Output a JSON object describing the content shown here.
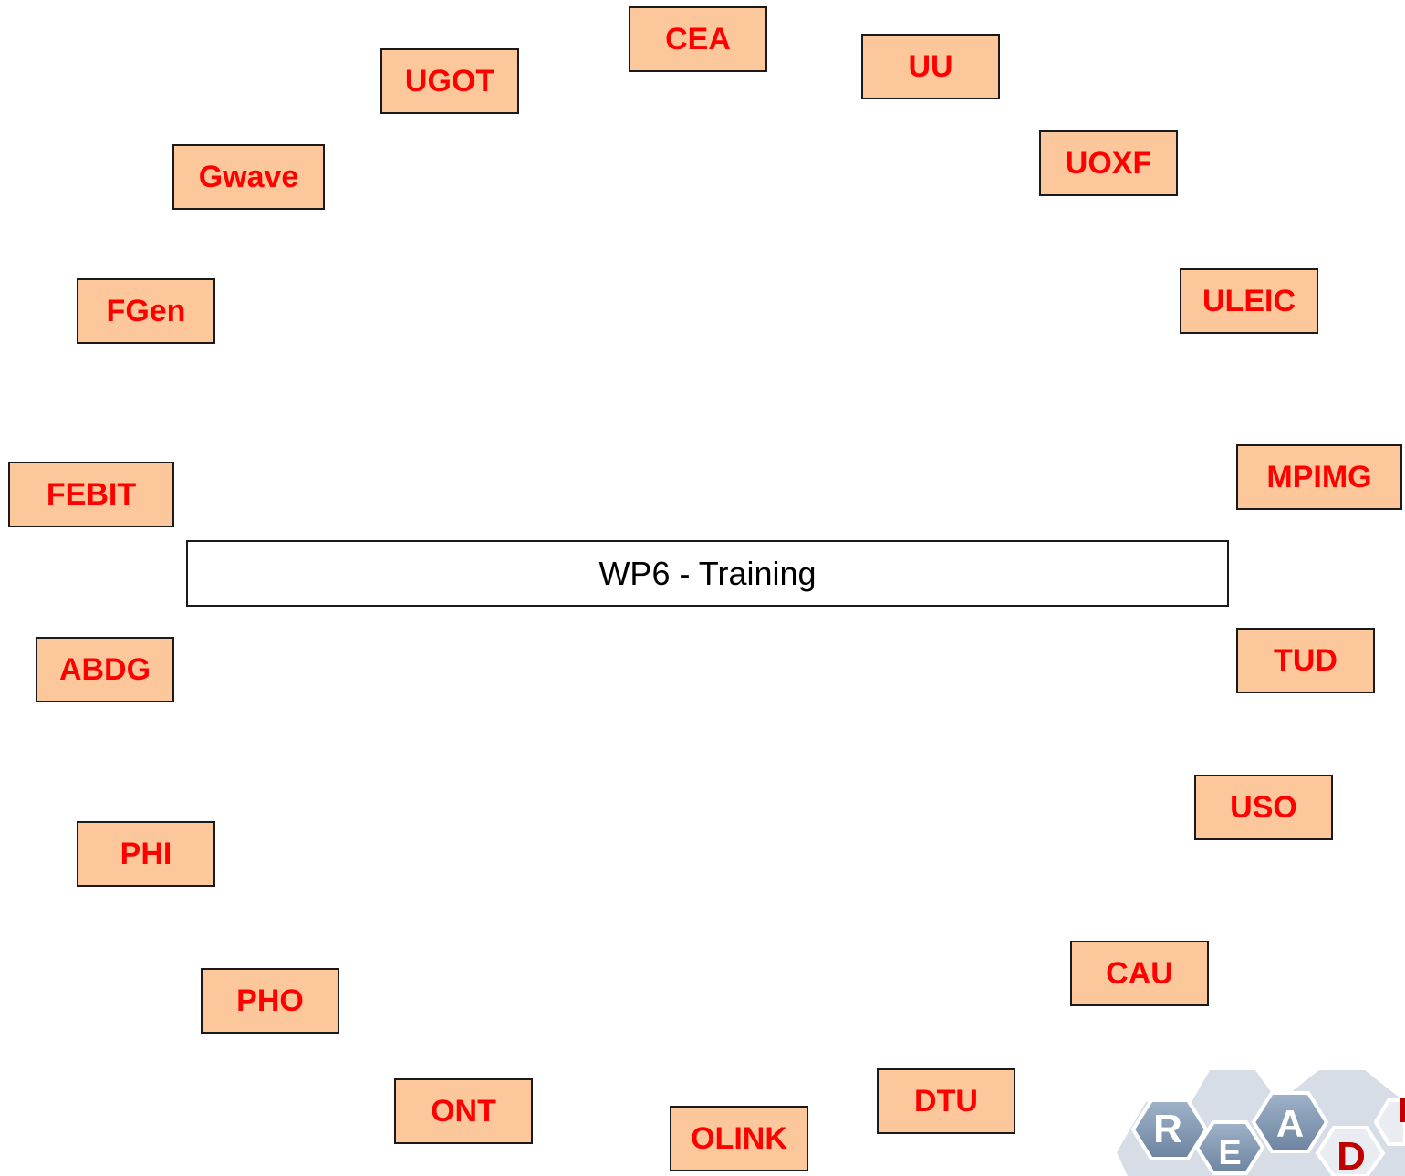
{
  "center": {
    "label": "WP6 - Training"
  },
  "partners": [
    {
      "id": "cea",
      "label": "CEA"
    },
    {
      "id": "uu",
      "label": "UU"
    },
    {
      "id": "ugot",
      "label": "UGOT"
    },
    {
      "id": "uoxf",
      "label": "UOXF"
    },
    {
      "id": "gwave",
      "label": "Gwave"
    },
    {
      "id": "uleic",
      "label": "ULEIC"
    },
    {
      "id": "fgen",
      "label": "FGen"
    },
    {
      "id": "mpimg",
      "label": "MPIMG"
    },
    {
      "id": "febit",
      "label": "FEBIT"
    },
    {
      "id": "abdg",
      "label": "ABDG"
    },
    {
      "id": "tud",
      "label": "TUD"
    },
    {
      "id": "uso",
      "label": "USO"
    },
    {
      "id": "phi",
      "label": "PHI"
    },
    {
      "id": "cau",
      "label": "CAU"
    },
    {
      "id": "pho",
      "label": "PHO"
    },
    {
      "id": "dtu",
      "label": "DTU"
    },
    {
      "id": "ont",
      "label": "ONT"
    },
    {
      "id": "olink",
      "label": "OLINK"
    }
  ],
  "logo": {
    "letters": [
      "R",
      "E",
      "A",
      "D"
    ]
  },
  "colors": {
    "box_fill": "#fcc89b",
    "box_text": "#ff0000",
    "logo_hex": "#7f95b0",
    "logo_d": "#c00000"
  }
}
